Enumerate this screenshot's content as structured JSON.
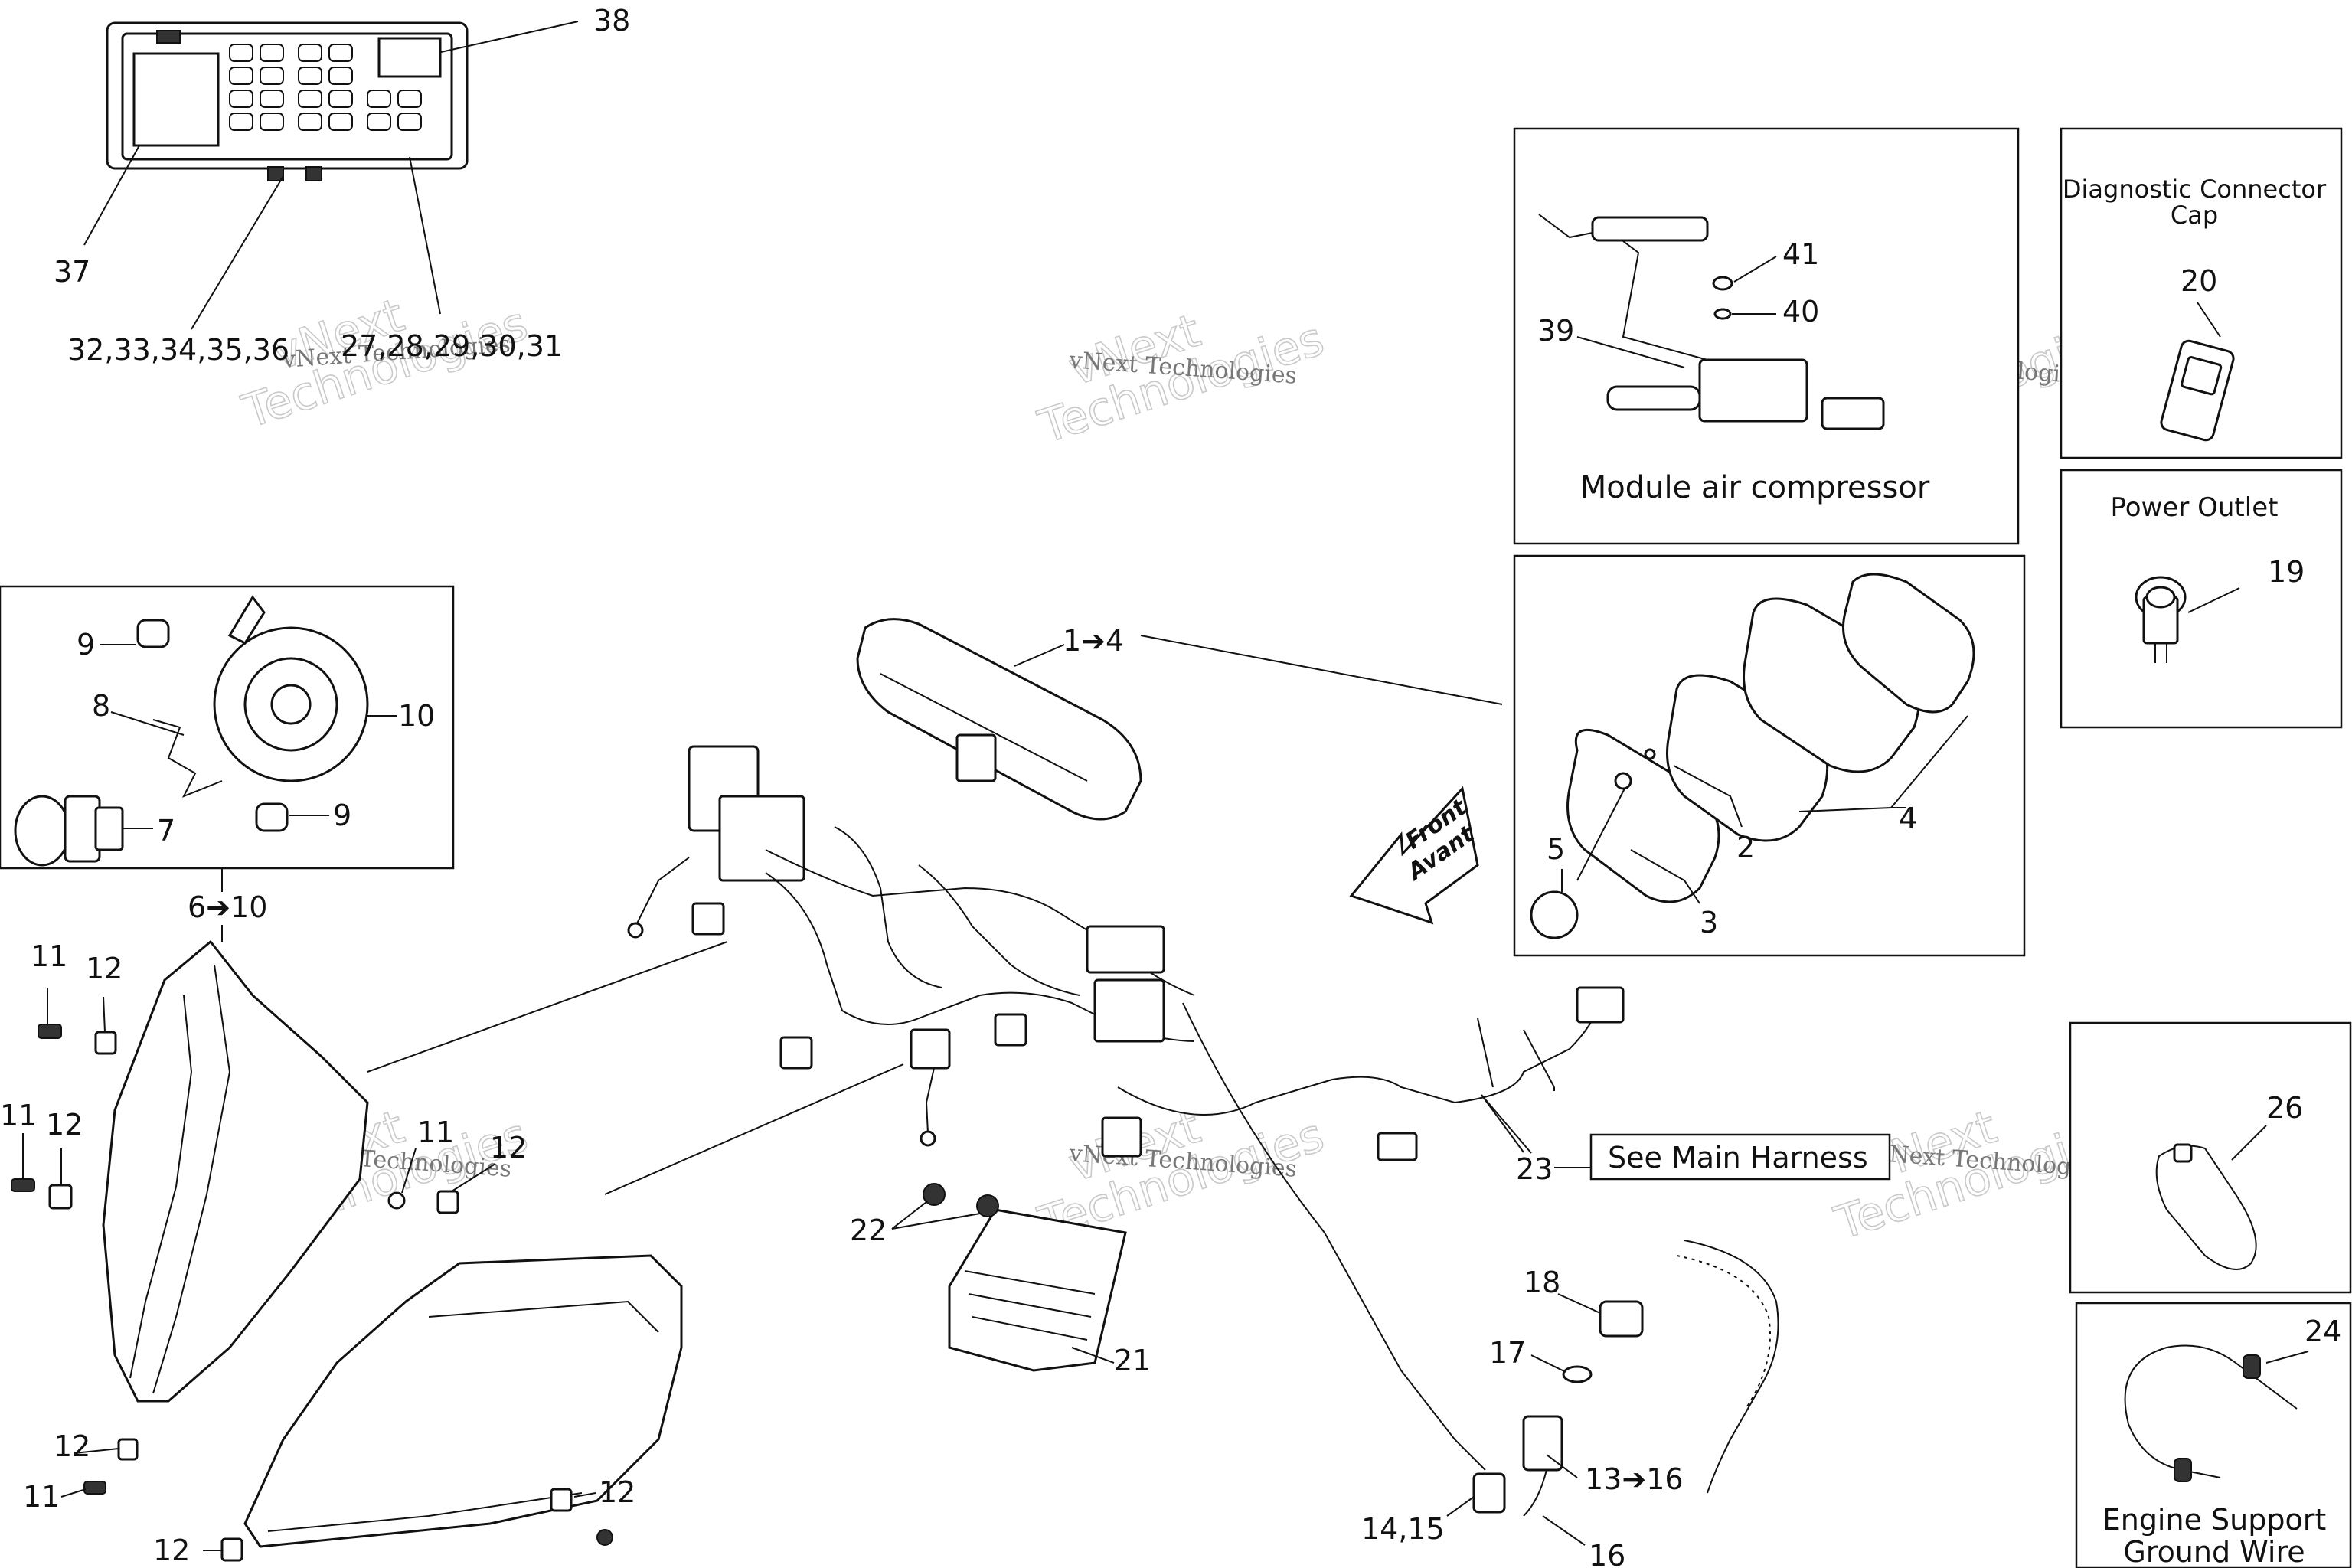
{
  "diagram": {
    "callouts": {
      "c38": "38",
      "c37": "37",
      "c32_36": "32,33,34,35,36",
      "c27_31": "27,28,29,30,31",
      "c1_4": "1➔4",
      "c41": "41",
      "c40": "40",
      "c39": "39",
      "c20": "20",
      "c19": "19",
      "c9a": "9",
      "c8": "8",
      "c10": "10",
      "c7": "7",
      "c9b": "9",
      "c6_10": "6➔10",
      "c11a": "11",
      "c12a": "12",
      "c11b": "11",
      "c12b": "12",
      "c11c": "11",
      "c12c": "12",
      "c12d": "12",
      "c11d": "11",
      "c12e": "12",
      "c12f": "12",
      "c5": "5",
      "c2": "2",
      "c3": "3",
      "c4": "4",
      "c22": "22",
      "c21": "21",
      "c23": "23",
      "c26": "26",
      "c18": "18",
      "c17": "17",
      "c13_16": "13➔16",
      "c14_15": "14,15",
      "c16": "16",
      "c24": "24"
    },
    "insets": {
      "module_air_compressor": "Module air compressor",
      "diagnostic_connector_cap_line1": "Diagnostic Connector",
      "diagnostic_connector_cap_line2": "Cap",
      "power_outlet": "Power Outlet",
      "see_main_harness": "See Main Harness",
      "engine_support_ground_wire_line1": "Engine Support",
      "engine_support_ground_wire_line2": "Ground Wire"
    },
    "front_arrow": {
      "line1": "Front",
      "line2": "Avant"
    },
    "watermark": {
      "line1": "vNext",
      "line2": "Technologies",
      "small": "vNext Technologies"
    }
  }
}
